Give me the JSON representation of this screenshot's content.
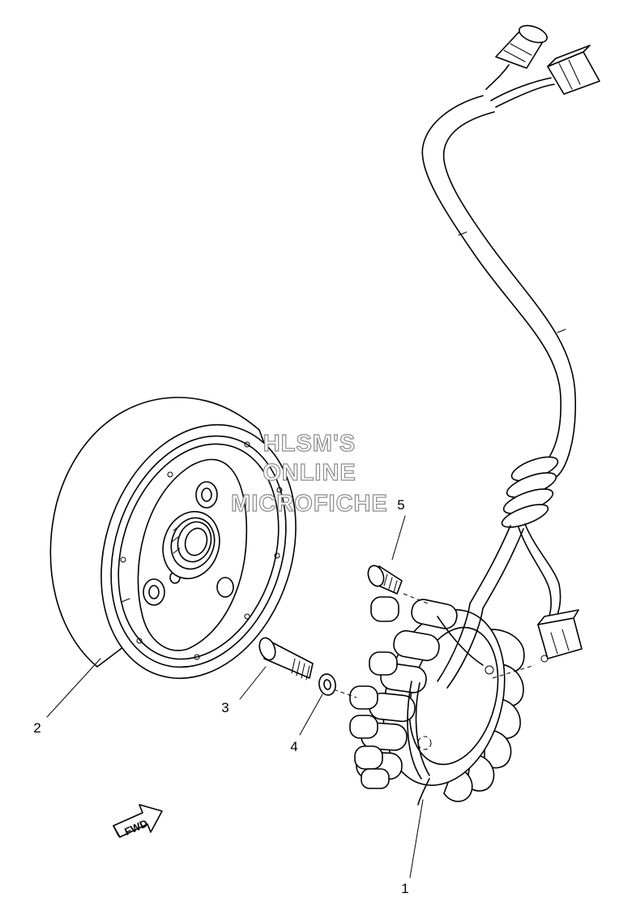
{
  "watermark": {
    "line1": "HLSM'S",
    "line2": "ONLINE",
    "line3": "MICROFICHE"
  },
  "callouts": [
    "1",
    "2",
    "3",
    "4",
    "5"
  ],
  "direction_label": "FWD",
  "parts": [
    {
      "ref": "1",
      "part": "stator-assembly"
    },
    {
      "ref": "2",
      "part": "rotor-flywheel"
    },
    {
      "ref": "3",
      "part": "bolt"
    },
    {
      "ref": "4",
      "part": "washer"
    },
    {
      "ref": "5",
      "part": "screw"
    }
  ]
}
